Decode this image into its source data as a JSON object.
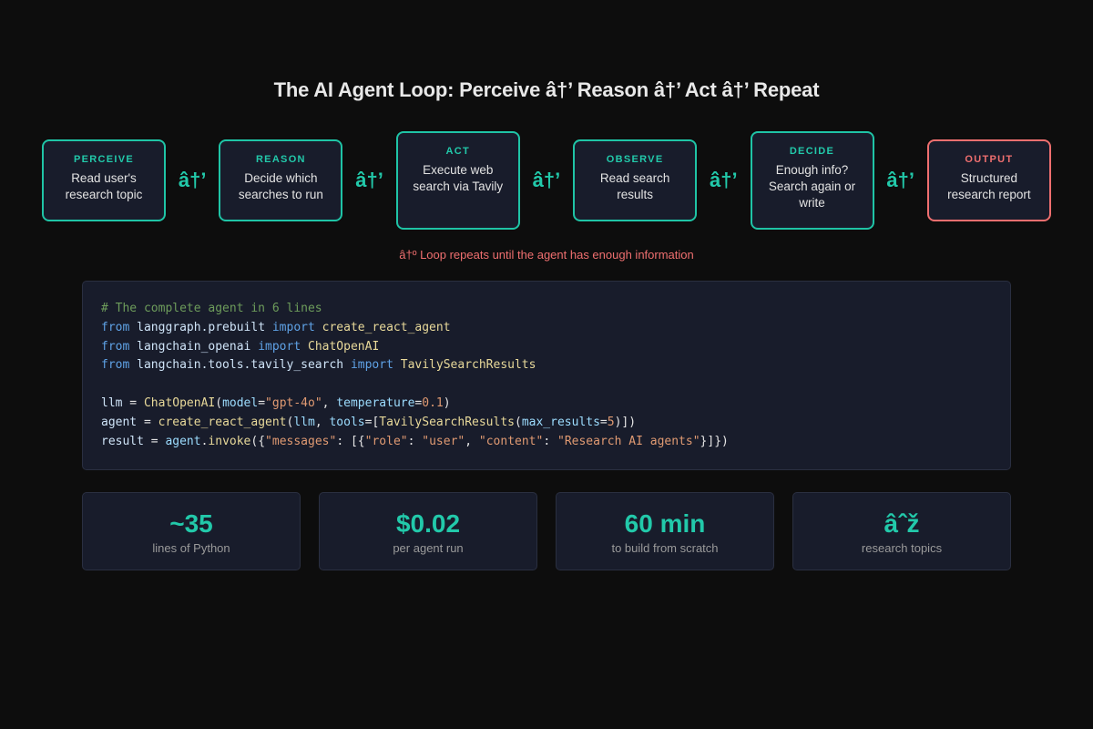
{
  "title": "The AI Agent Loop: Perceive â†’ Reason â†’ Act â†’ Repeat",
  "steps": [
    {
      "label": "PERCEIVE",
      "desc": "Read user's research topic"
    },
    {
      "label": "REASON",
      "desc": "Decide which searches to run"
    },
    {
      "label": "ACT",
      "desc": "Execute web search via Tavily"
    },
    {
      "label": "OBSERVE",
      "desc": "Read search results"
    },
    {
      "label": "DECIDE",
      "desc": "Enough info? Search again or write"
    },
    {
      "label": "OUTPUT",
      "desc": "Structured research report"
    }
  ],
  "arrow": "â†’",
  "loop_note": "â†º Loop repeats until the agent has enough information",
  "code": {
    "comment": "# The complete agent in 6 lines",
    "l1": {
      "kw1": "from",
      "mod": "langgraph.prebuilt",
      "kw2": "import",
      "name": "create_react_agent"
    },
    "l2": {
      "kw1": "from",
      "mod": "langchain_openai",
      "kw2": "import",
      "name": "ChatOpenAI"
    },
    "l3": {
      "kw1": "from",
      "mod": "langchain.tools.tavily_search",
      "kw2": "import",
      "name": "TavilySearchResults"
    },
    "l5": {
      "var": "llm",
      "eq": " = ",
      "fn": "ChatOpenAI",
      "p1": "(",
      "arg1": "model",
      "eq1": "=",
      "str1": "\"gpt-4o\"",
      "sep": ", ",
      "arg2": "temperature",
      "eq2": "=",
      "num": "0.1",
      "p2": ")"
    },
    "l6": {
      "var": "agent",
      "eq": " = ",
      "fn": "create_react_agent",
      "p1": "(",
      "arg1": "llm",
      "sep": ", ",
      "arg2": "tools",
      "eq2": "=[",
      "fn2": "TavilySearchResults",
      "p3": "(",
      "arg3": "max_results",
      "eq3": "=",
      "num": "5",
      "p2": ")])"
    },
    "l7": {
      "var": "result",
      "eq": " = ",
      "obj": "agent",
      "dot": ".",
      "fn": "invoke",
      "p1": "({",
      "s1": "\"messages\"",
      "c1": ": [{",
      "s2": "\"role\"",
      "c2": ": ",
      "s3": "\"user\"",
      "c3": ", ",
      "s4": "\"content\"",
      "c4": ": ",
      "s5": "\"Research AI agents\"",
      "p2": "}]})"
    }
  },
  "stats": [
    {
      "value": "~35",
      "label": "lines of Python"
    },
    {
      "value": "$0.02",
      "label": "per agent run"
    },
    {
      "value": "60 min",
      "label": "to build from scratch"
    },
    {
      "value": "âˆž",
      "label": "research topics"
    }
  ]
}
